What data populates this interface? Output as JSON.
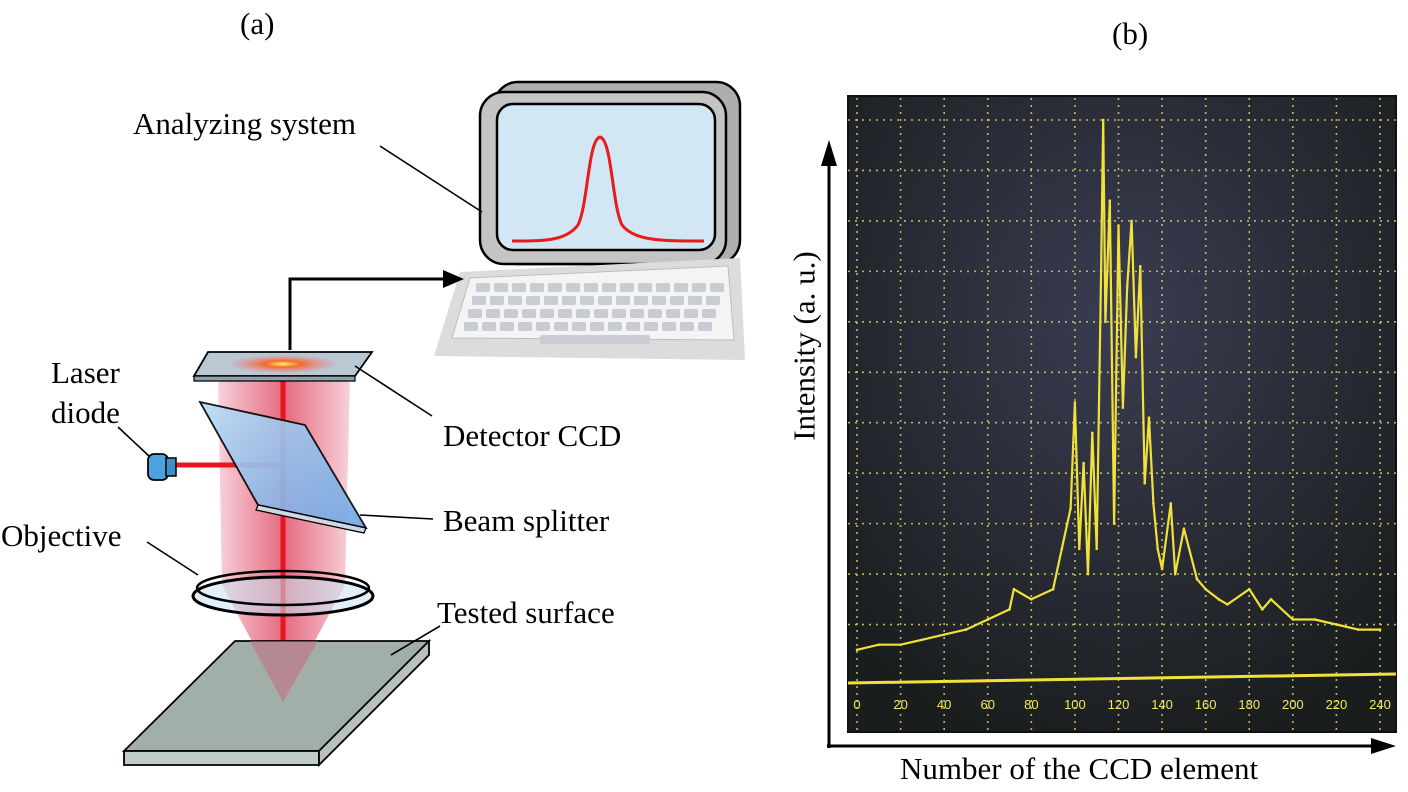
{
  "panel_a": {
    "label": "(a)",
    "labels": {
      "analyzing_system": "Analyzing system",
      "laser_line1": "Laser",
      "laser_line2": "diode",
      "detector": "Detector CCD",
      "beam_splitter": "Beam splitter",
      "objective": "Objective",
      "tested_surface": "Tested surface"
    }
  },
  "panel_b": {
    "label": "(b)",
    "ylabel": "Intensity (a. u.)",
    "xlabel": "Number of the CCD element"
  },
  "colors": {
    "beam": "#e8546c",
    "laser": "#e8141e",
    "screen_curve": "#e81a1a",
    "screen_bg": "#d2e6f3",
    "trace": "#f1e23a",
    "grid": "#dcd36a",
    "photo_bg": "#1d2121"
  },
  "chart_data": {
    "type": "line",
    "title": "",
    "xlabel": "Number of the CCD element",
    "ylabel": "Intensity (a. u.)",
    "x_ticks": [
      "0",
      "20",
      "40",
      "60",
      "80",
      "100",
      "120",
      "140",
      "160",
      "180",
      "200",
      "220",
      "240"
    ],
    "xlim": [
      0,
      240
    ],
    "ylim": [
      0,
      11
    ],
    "grid": true,
    "series": [
      {
        "x": [
          0,
          10,
          20,
          30,
          40,
          50,
          60,
          70,
          72,
          80,
          90,
          94,
          98,
          100,
          102,
          104,
          106,
          108,
          110,
          112,
          113,
          114,
          116,
          118,
          120,
          122,
          124,
          126,
          128,
          130,
          132,
          134,
          136,
          138,
          140,
          144,
          146,
          150,
          156,
          160,
          166,
          170,
          180,
          186,
          190,
          200,
          210,
          220,
          230,
          240
        ],
        "values": [
          0.5,
          0.6,
          0.6,
          0.7,
          0.8,
          0.9,
          1.1,
          1.3,
          1.7,
          1.5,
          1.7,
          2.5,
          3.3,
          5.4,
          2.5,
          4.2,
          2.0,
          4.8,
          2.5,
          8.0,
          11.0,
          7.0,
          9.4,
          3.0,
          8.9,
          5.3,
          7.7,
          9.0,
          6.3,
          8.1,
          3.8,
          5.1,
          3.4,
          2.5,
          2.1,
          3.4,
          2.0,
          2.9,
          1.9,
          1.7,
          1.5,
          1.4,
          1.7,
          1.3,
          1.5,
          1.1,
          1.1,
          1.0,
          0.9,
          0.9
        ]
      }
    ]
  }
}
